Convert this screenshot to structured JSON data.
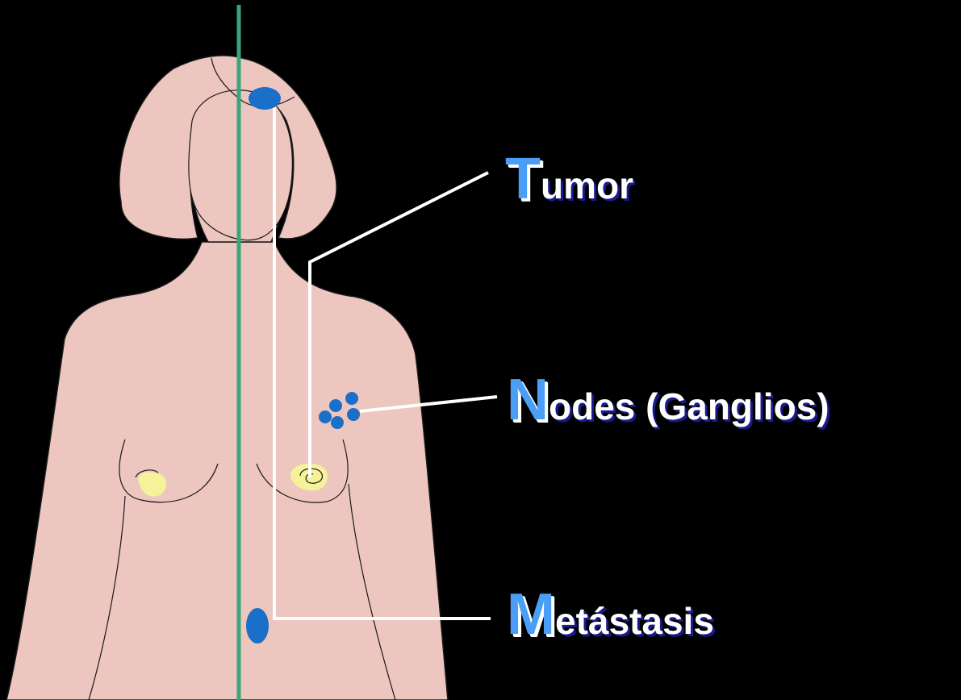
{
  "labels": {
    "tumor": {
      "initial": "T",
      "rest": "umor"
    },
    "nodes": {
      "initial": "N",
      "rest": "odes (Ganglios)"
    },
    "metastasis": {
      "initial": "M",
      "rest": "etástasis"
    }
  },
  "colors": {
    "background": "#000000",
    "skin": "#ecc6bf",
    "outline": "#1a1a1a",
    "lesion": "#1a6fc9",
    "areola": "#f5f29a",
    "midline": "#3aa57a",
    "pointer": "#ffffff",
    "initial_letter": "#4a9ef5"
  }
}
